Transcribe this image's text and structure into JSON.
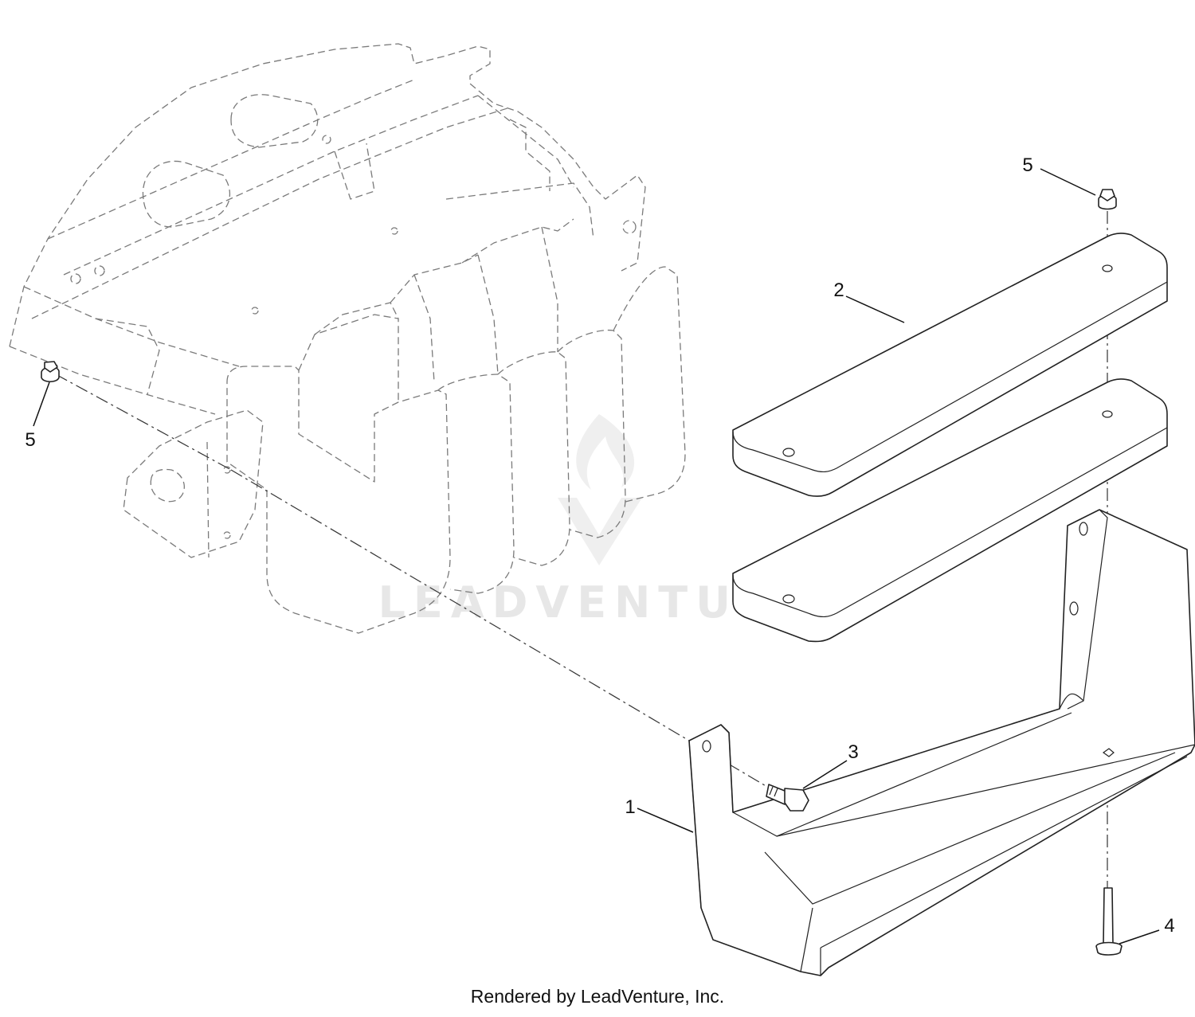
{
  "callouts": {
    "c1": "1",
    "c2": "2",
    "c3": "3",
    "c4": "4",
    "c5_top": "5",
    "c5_left": "5"
  },
  "watermark": "LEADVENTURE",
  "footer": "Rendered by LeadVenture, Inc."
}
